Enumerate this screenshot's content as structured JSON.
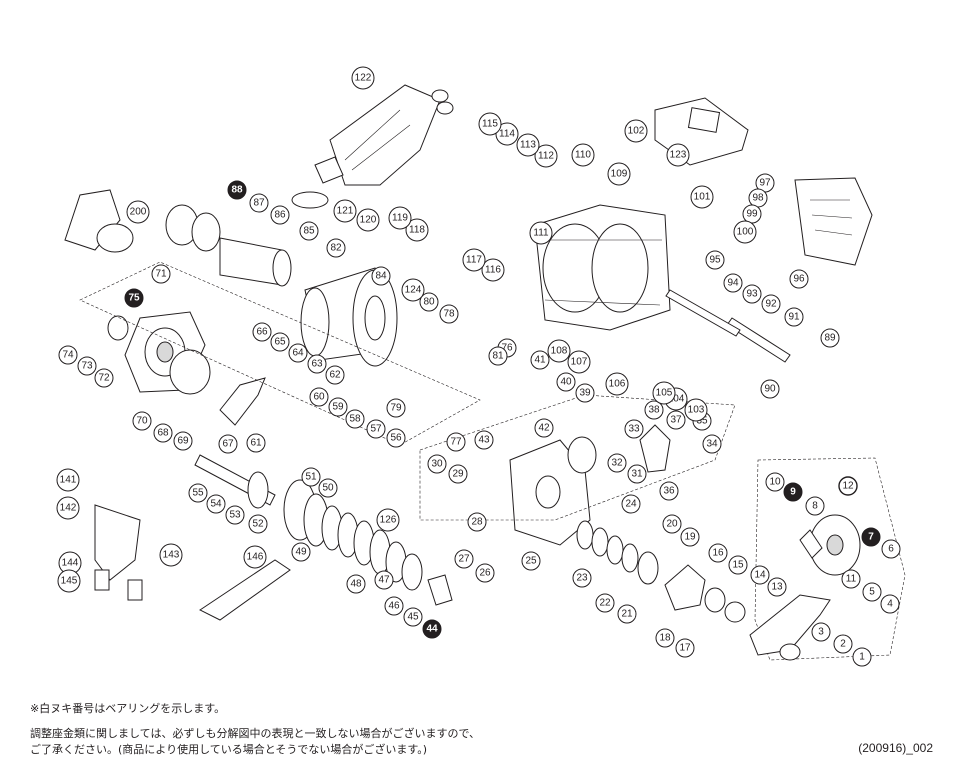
{
  "diagram": {
    "type": "exploded-parts-diagram",
    "callouts": [
      {
        "id": "1",
        "filled": false
      },
      {
        "id": "2",
        "filled": false
      },
      {
        "id": "3",
        "filled": false
      },
      {
        "id": "4",
        "filled": false
      },
      {
        "id": "5",
        "filled": false
      },
      {
        "id": "6",
        "filled": false
      },
      {
        "id": "7",
        "filled": true
      },
      {
        "id": "8",
        "filled": false
      },
      {
        "id": "9",
        "filled": true
      },
      {
        "id": "10",
        "filled": false
      },
      {
        "id": "11",
        "filled": false
      },
      {
        "id": "12",
        "filled": false
      },
      {
        "id": "13",
        "filled": false
      },
      {
        "id": "14",
        "filled": false
      },
      {
        "id": "15",
        "filled": false
      },
      {
        "id": "16",
        "filled": false
      },
      {
        "id": "17",
        "filled": false
      },
      {
        "id": "18",
        "filled": false
      },
      {
        "id": "19",
        "filled": false
      },
      {
        "id": "20",
        "filled": false
      },
      {
        "id": "21",
        "filled": false
      },
      {
        "id": "22",
        "filled": false
      },
      {
        "id": "23",
        "filled": false
      },
      {
        "id": "24",
        "filled": false
      },
      {
        "id": "25",
        "filled": false
      },
      {
        "id": "26",
        "filled": false
      },
      {
        "id": "27",
        "filled": false
      },
      {
        "id": "28",
        "filled": false
      },
      {
        "id": "29",
        "filled": false
      },
      {
        "id": "30",
        "filled": false
      },
      {
        "id": "31",
        "filled": false
      },
      {
        "id": "32",
        "filled": false
      },
      {
        "id": "33",
        "filled": false
      },
      {
        "id": "34",
        "filled": false
      },
      {
        "id": "35",
        "filled": false
      },
      {
        "id": "36",
        "filled": false
      },
      {
        "id": "37",
        "filled": false
      },
      {
        "id": "38",
        "filled": false
      },
      {
        "id": "39",
        "filled": false
      },
      {
        "id": "40",
        "filled": false
      },
      {
        "id": "41",
        "filled": false
      },
      {
        "id": "42",
        "filled": false
      },
      {
        "id": "43",
        "filled": false
      },
      {
        "id": "44",
        "filled": true
      },
      {
        "id": "45",
        "filled": false
      },
      {
        "id": "46",
        "filled": false
      },
      {
        "id": "47",
        "filled": false
      },
      {
        "id": "48",
        "filled": false
      },
      {
        "id": "49",
        "filled": false
      },
      {
        "id": "50",
        "filled": false
      },
      {
        "id": "51",
        "filled": false
      },
      {
        "id": "52",
        "filled": false
      },
      {
        "id": "53",
        "filled": false
      },
      {
        "id": "54",
        "filled": false
      },
      {
        "id": "55",
        "filled": false
      },
      {
        "id": "56",
        "filled": false
      },
      {
        "id": "57",
        "filled": false
      },
      {
        "id": "58",
        "filled": false
      },
      {
        "id": "59",
        "filled": false
      },
      {
        "id": "60",
        "filled": false
      },
      {
        "id": "61",
        "filled": false
      },
      {
        "id": "62",
        "filled": false
      },
      {
        "id": "63",
        "filled": false
      },
      {
        "id": "64",
        "filled": false
      },
      {
        "id": "65",
        "filled": false
      },
      {
        "id": "66",
        "filled": false
      },
      {
        "id": "67",
        "filled": false
      },
      {
        "id": "68",
        "filled": false
      },
      {
        "id": "69",
        "filled": false
      },
      {
        "id": "70",
        "filled": false
      },
      {
        "id": "71",
        "filled": false
      },
      {
        "id": "72",
        "filled": false
      },
      {
        "id": "73",
        "filled": false
      },
      {
        "id": "74",
        "filled": false
      },
      {
        "id": "75",
        "filled": true
      },
      {
        "id": "76",
        "filled": false
      },
      {
        "id": "77",
        "filled": false
      },
      {
        "id": "78",
        "filled": false
      },
      {
        "id": "79",
        "filled": false
      },
      {
        "id": "80",
        "filled": false
      },
      {
        "id": "81",
        "filled": false
      },
      {
        "id": "82",
        "filled": false
      },
      {
        "id": "84",
        "filled": false
      },
      {
        "id": "85",
        "filled": false
      },
      {
        "id": "86",
        "filled": false
      },
      {
        "id": "87",
        "filled": false
      },
      {
        "id": "88",
        "filled": true
      },
      {
        "id": "89",
        "filled": false
      },
      {
        "id": "90",
        "filled": false
      },
      {
        "id": "91",
        "filled": false
      },
      {
        "id": "92",
        "filled": false
      },
      {
        "id": "93",
        "filled": false
      },
      {
        "id": "94",
        "filled": false
      },
      {
        "id": "95",
        "filled": false
      },
      {
        "id": "96",
        "filled": false
      },
      {
        "id": "97",
        "filled": false
      },
      {
        "id": "98",
        "filled": false
      },
      {
        "id": "99",
        "filled": false
      },
      {
        "id": "100",
        "filled": false
      },
      {
        "id": "101",
        "filled": false
      },
      {
        "id": "102",
        "filled": false
      },
      {
        "id": "103",
        "filled": false
      },
      {
        "id": "104",
        "filled": false
      },
      {
        "id": "105",
        "filled": false
      },
      {
        "id": "106",
        "filled": false
      },
      {
        "id": "107",
        "filled": false
      },
      {
        "id": "108",
        "filled": false
      },
      {
        "id": "109",
        "filled": false
      },
      {
        "id": "110",
        "filled": false
      },
      {
        "id": "111",
        "filled": false
      },
      {
        "id": "112",
        "filled": false
      },
      {
        "id": "113",
        "filled": false
      },
      {
        "id": "114",
        "filled": false
      },
      {
        "id": "115",
        "filled": false
      },
      {
        "id": "116",
        "filled": false
      },
      {
        "id": "117",
        "filled": false
      },
      {
        "id": "118",
        "filled": false
      },
      {
        "id": "119",
        "filled": false
      },
      {
        "id": "120",
        "filled": false
      },
      {
        "id": "121",
        "filled": false
      },
      {
        "id": "122",
        "filled": false
      },
      {
        "id": "123",
        "filled": false
      },
      {
        "id": "124",
        "filled": false
      },
      {
        "id": "126",
        "filled": false
      },
      {
        "id": "141",
        "filled": false
      },
      {
        "id": "142",
        "filled": false
      },
      {
        "id": "143",
        "filled": false
      },
      {
        "id": "144",
        "filled": false
      },
      {
        "id": "145",
        "filled": false
      },
      {
        "id": "146",
        "filled": false
      },
      {
        "id": "200",
        "filled": false
      }
    ]
  },
  "footer": {
    "bearing_note": "※白ヌキ番号はベアリングを示します。",
    "disclaimer_line1": "調整座金類に関しましては、必ずしも分解図中の表現と一致しない場合がございますので、",
    "disclaimer_line2": "ご了承ください。(商品により使用している場合とそうでない場合がございます。)",
    "doc_code": "(200916)_002"
  }
}
